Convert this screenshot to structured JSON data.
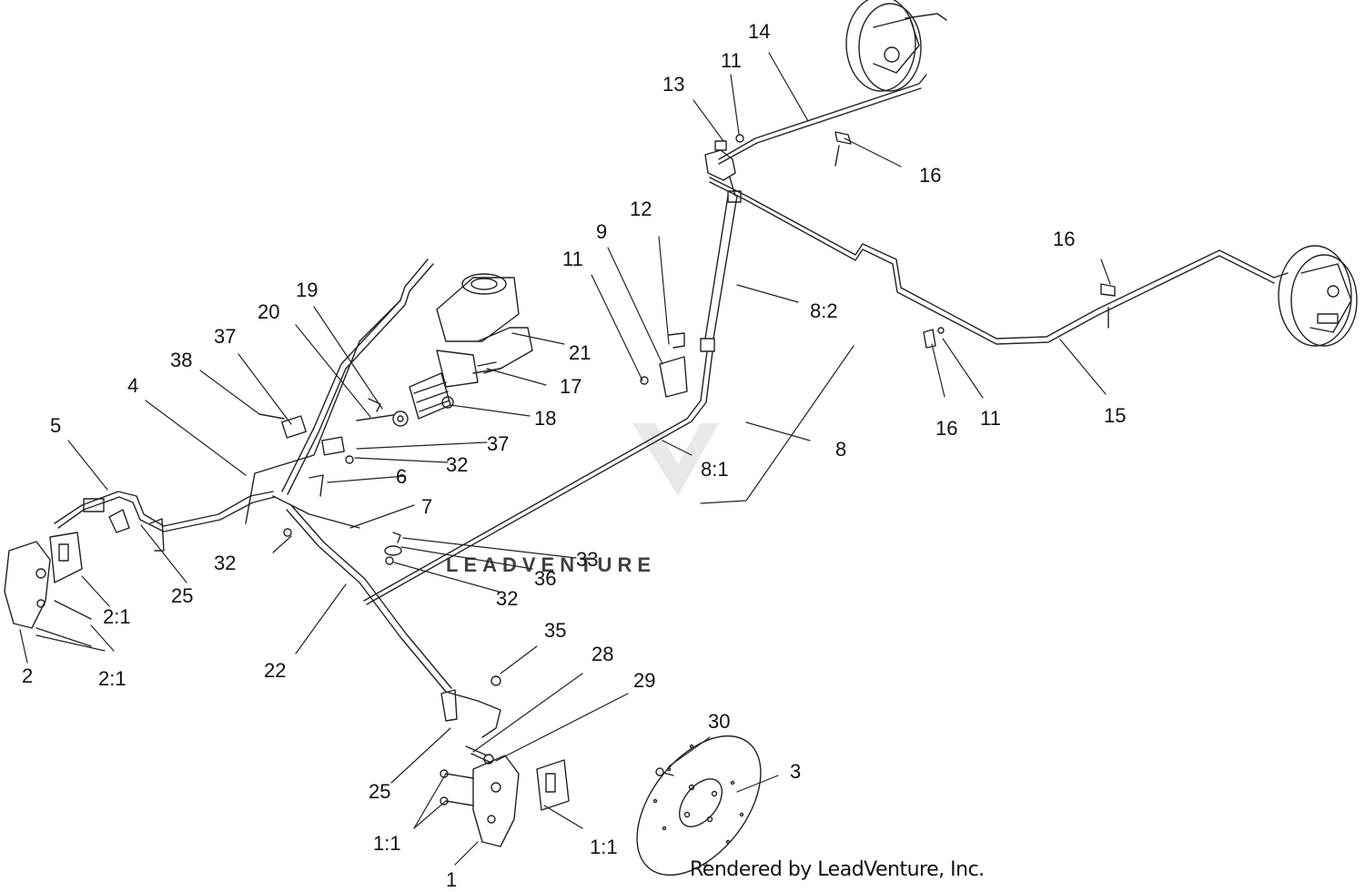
{
  "watermark": "LEADVENTURE",
  "footer": "Rendered by LeadVenture, Inc.",
  "callouts": {
    "c1": "1",
    "c1_1a": "1:1",
    "c1_1b": "1:1",
    "c2": "2",
    "c2_1a": "2:1",
    "c2_1b": "2:1",
    "c3": "3",
    "c4": "4",
    "c5": "5",
    "c6": "6",
    "c7": "7",
    "c8": "8",
    "c8_1": "8:1",
    "c8_2": "8:2",
    "c9": "9",
    "c11a": "11",
    "c11b": "11",
    "c11c": "11",
    "c12": "12",
    "c13": "13",
    "c14": "14",
    "c15": "15",
    "c16a": "16",
    "c16b": "16",
    "c16c": "16",
    "c17": "17",
    "c18": "18",
    "c19": "19",
    "c20": "20",
    "c21": "21",
    "c22": "22",
    "c25a": "25",
    "c25b": "25",
    "c28": "28",
    "c29": "29",
    "c30": "30",
    "c32a": "32",
    "c32b": "32",
    "c32c": "32",
    "c33": "33",
    "c35": "35",
    "c36": "36",
    "c37a": "37",
    "c37b": "37",
    "c38": "38"
  },
  "colors": {
    "line": "#222222",
    "watermark": "#d9d9d9"
  }
}
